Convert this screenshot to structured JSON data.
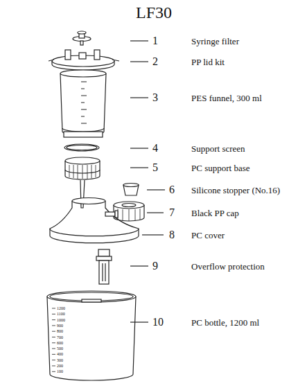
{
  "diagram": {
    "title": "LF30",
    "labels": [
      "1",
      "Syringe filter",
      "2",
      "PP lid kit",
      "3",
      "PES funnel, 300 ml",
      "4",
      "Support screen",
      "5",
      "PC support base",
      "6",
      "Silicone stopper (No.16)",
      "7",
      "Black PP cap",
      "8",
      "PC cover",
      "9",
      "Overflow protection",
      "10",
      "PC bottle, 1200 ml",
      "1200",
      "1100",
      "1000",
      "900",
      "800",
      "700",
      "600",
      "500",
      "400",
      "300",
      "200",
      "100"
    ]
  }
}
